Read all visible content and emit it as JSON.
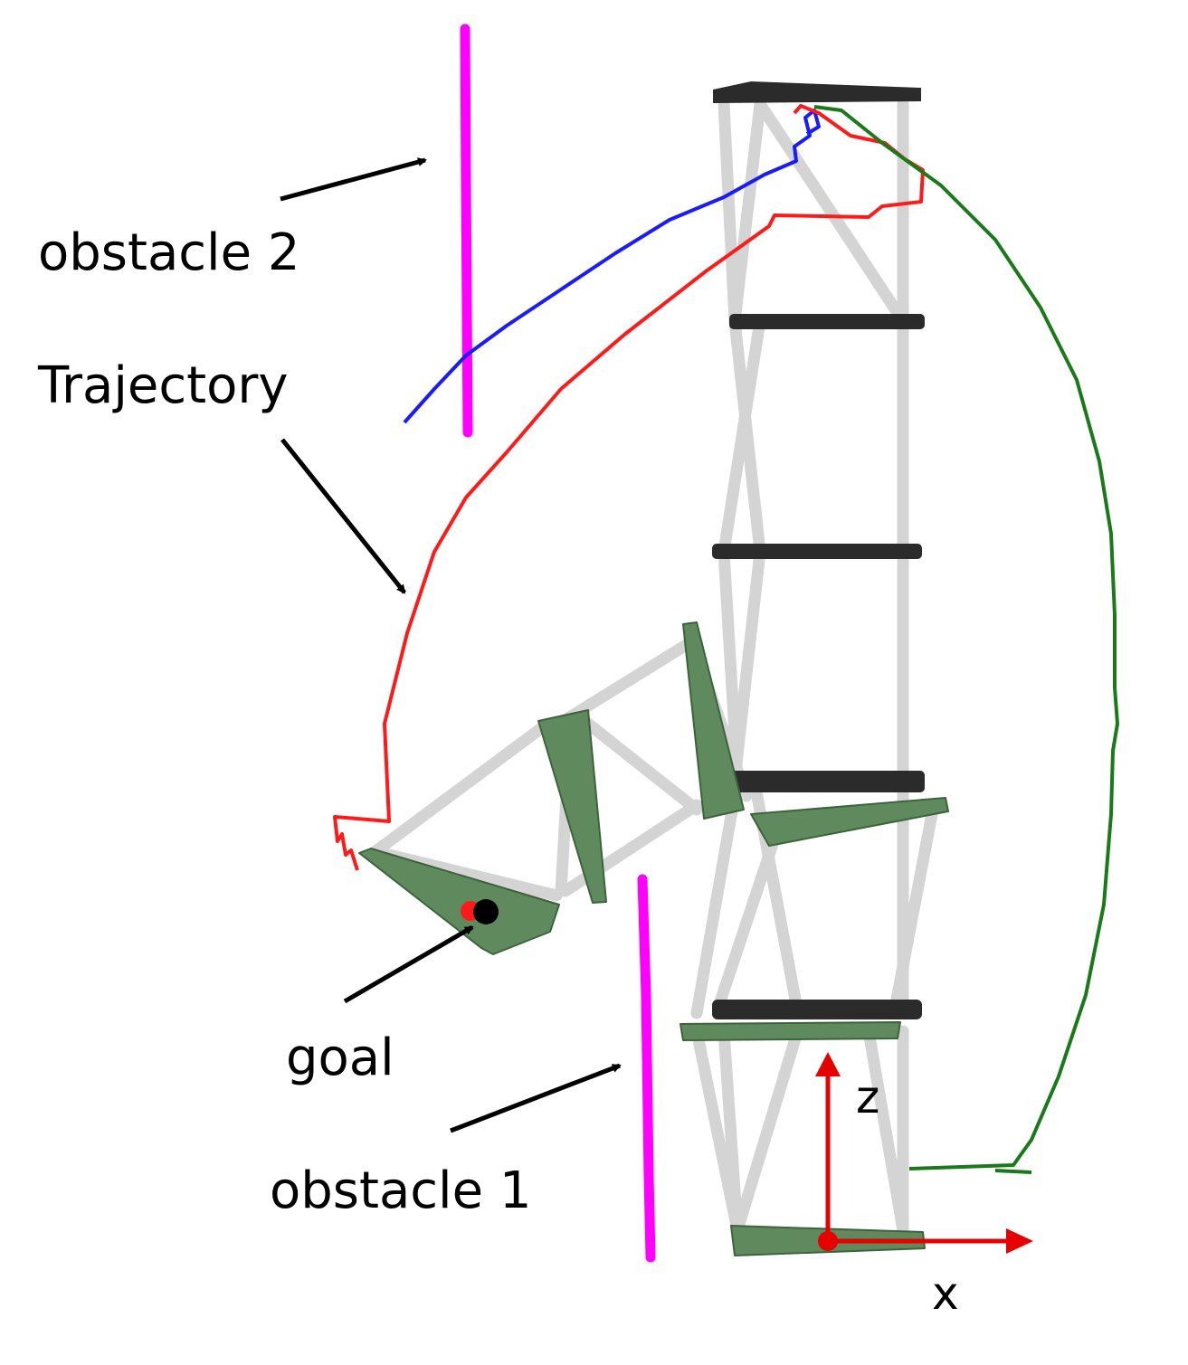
{
  "labels": {
    "obstacle_2": "obstacle 2",
    "trajectory": "Trajectory",
    "goal": "goal",
    "obstacle_1": "obstacle 1",
    "axis_z": "z",
    "axis_x": "x"
  },
  "colors": {
    "obstacle": "#ff00ff",
    "trajectory_red": "#ff1a1a",
    "trajectory_blue": "#1a1aff",
    "trajectory_green": "#1a7a1a",
    "link_green": "#5e8a5e",
    "link_green_edge": "#3d633d",
    "platform_dark": "#2b2b2b",
    "strut_gray": "#d0d0d0",
    "axis_red": "#e60000",
    "goal_marker": "#000000",
    "arrow": "#000000"
  },
  "icons": {
    "goal_marker": "black-dot",
    "frame_origin": "red-dot"
  }
}
